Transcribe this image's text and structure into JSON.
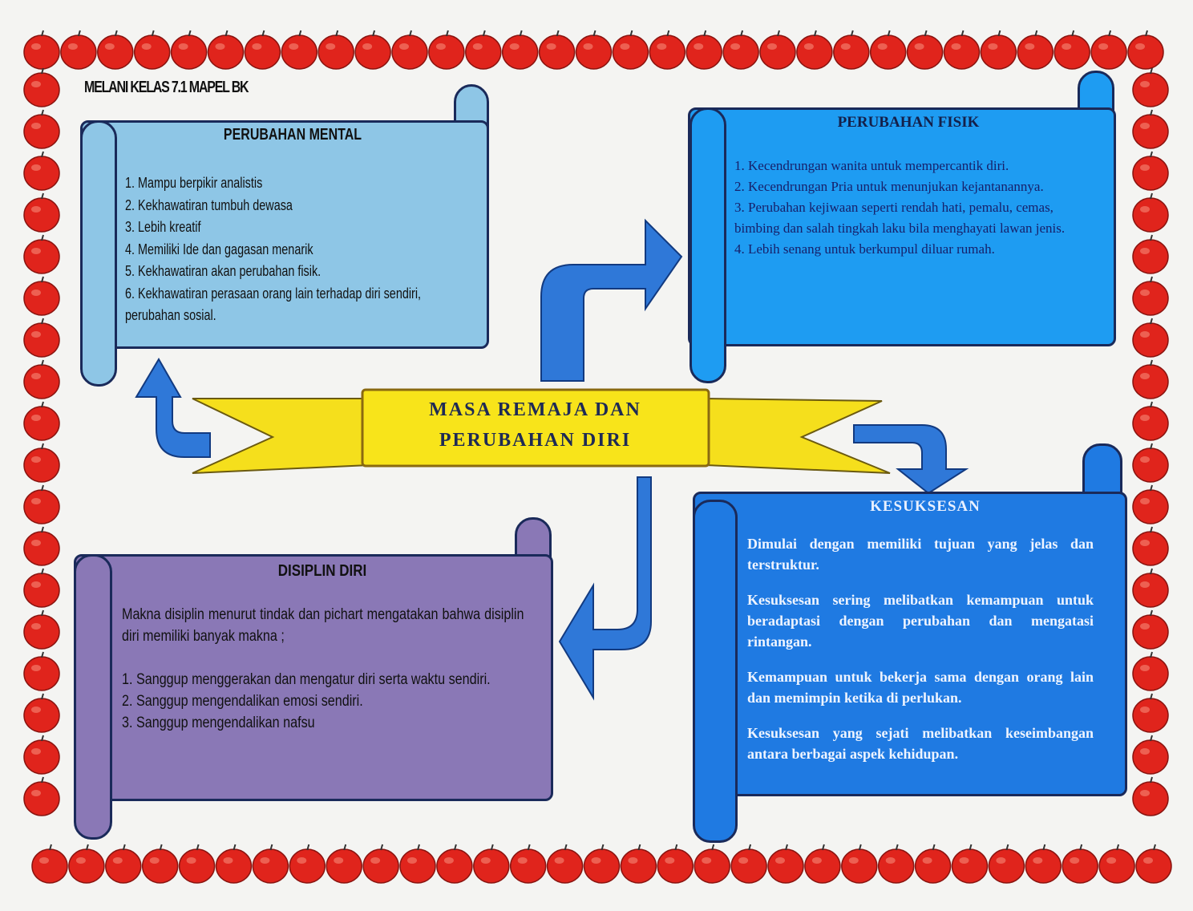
{
  "header": {
    "title": "MELANI KELAS 7.1 MAPEL BK"
  },
  "center": {
    "line1": "MASA REMAJA DAN",
    "line2": "PERUBAHAN DIRI"
  },
  "mental": {
    "heading": "PERUBAHAN MENTAL",
    "items": [
      "1. Mampu berpikir analistis",
      "2. Kekhawatiran tumbuh dewasa",
      "3. Lebih kreatif",
      "4. Memiliki Ide dan gagasan menarik",
      "5. Kekhawatiran akan perubahan fisik.",
      "6. Kekhawatiran perasaan orang lain terhadap diri sendiri, perubahan sosial."
    ]
  },
  "fisik": {
    "heading": "PERUBAHAN FISIK",
    "items": [
      "1. Kecendrungan wanita untuk mempercantik diri.",
      "2. Kecendrungan Pria untuk menunjukan kejantanannya.",
      "3. Perubahan kejiwaan seperti rendah hati, pemalu, cemas, bimbing dan salah tingkah laku bila menghayati lawan jenis.",
      "4. Lebih senang untuk berkumpul diluar rumah."
    ]
  },
  "disiplin": {
    "heading": "DISIPLIN DIRI",
    "intro": "Makna disiplin menurut tindak dan pichart mengatakan bahwa disiplin diri memiliki banyak makna ;",
    "items": [
      "1. Sanggup menggerakan dan mengatur diri serta waktu sendiri.",
      "2. Sanggup mengendalikan emosi sendiri.",
      "3. Sanggup mengendalikan nafsu"
    ]
  },
  "kesuksesan": {
    "heading": "KESUKSESAN",
    "paragraphs": [
      "Dimulai dengan memiliki tujuan yang jelas dan terstruktur.",
      "Kesuksesan sering melibatkan kemampuan untuk beradaptasi dengan perubahan dan mengatasi rintangan.",
      "Kemampuan untuk bekerja sama dengan orang lain dan memimpin ketika di perlukan.",
      "Kesuksesan yang sejati melibatkan keseimbangan antara berbagai aspek kehidupan."
    ]
  },
  "colors": {
    "apple": "#e0241c",
    "mental": "#8ec6e6",
    "fisik": "#1e9cf2",
    "disiplin": "#8a78b6",
    "kesuksesan": "#1f7ae2",
    "banner": "#f7e21a",
    "arrow": "#2f78d8"
  }
}
